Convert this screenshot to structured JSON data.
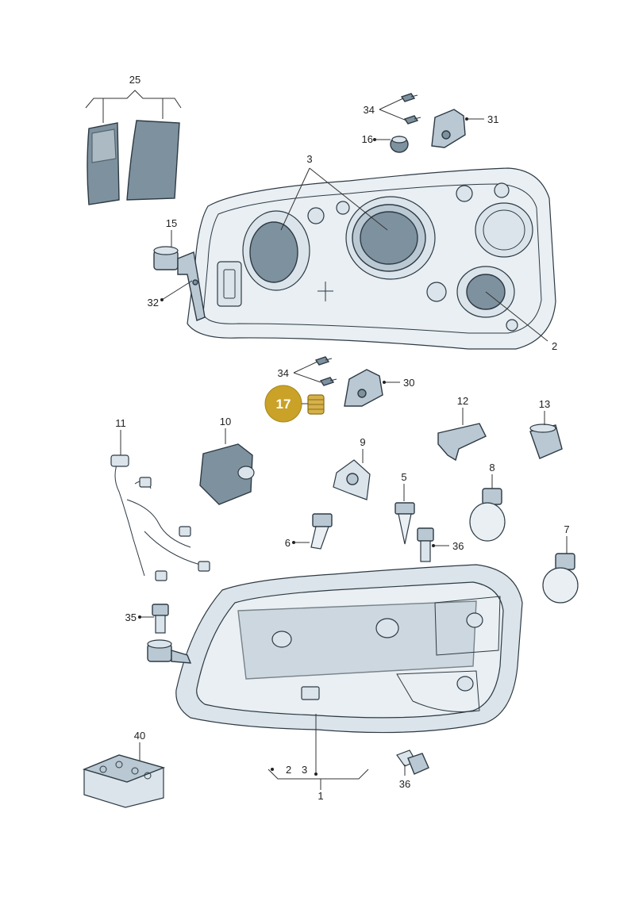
{
  "callouts": {
    "p25": "25",
    "p34a": "34",
    "p31": "31",
    "p16": "16",
    "p3": "3",
    "p15": "15",
    "p32": "32",
    "p2": "2",
    "p34b": "34",
    "p30": "30",
    "p17": "17",
    "p12": "12",
    "p13": "13",
    "p11": "11",
    "p10": "10",
    "p9": "9",
    "p8": "8",
    "p5": "5",
    "p6": "6",
    "p36a": "36",
    "p7": "7",
    "p35": "35",
    "p40": "40",
    "p36b": "36",
    "p2b": "2",
    "p3b": "3",
    "p1": "1"
  },
  "highlight": {
    "part": "17",
    "color": "#c9a227"
  }
}
